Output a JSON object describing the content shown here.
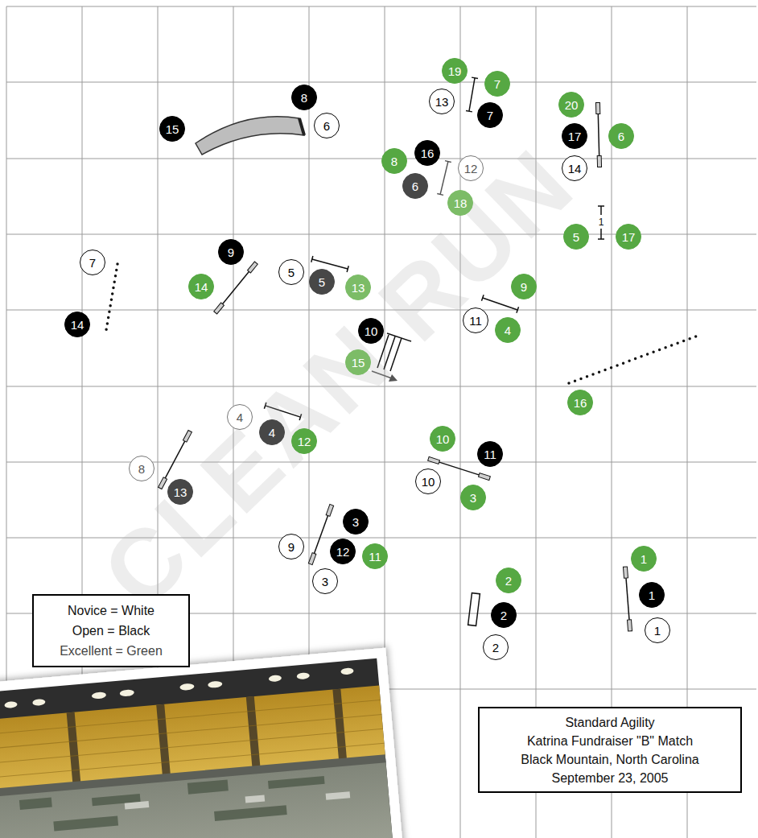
{
  "diagram": {
    "nodes": [
      {
        "text": [
          "19"
        ]
      },
      {
        "text": [
          "7"
        ]
      },
      {
        "text": [
          "8"
        ]
      },
      {
        "text": [
          "13"
        ]
      },
      {
        "text": [
          "20"
        ]
      },
      {
        "text": [
          "7"
        ]
      },
      {
        "text": [
          "6"
        ]
      },
      {
        "text": [
          "15"
        ]
      },
      {
        "text": [
          "17"
        ]
      },
      {
        "text": [
          "6"
        ]
      },
      {
        "text": [
          "16"
        ]
      },
      {
        "text": [
          "8"
        ]
      },
      {
        "text": [
          "12"
        ]
      },
      {
        "text": [
          "14"
        ]
      },
      {
        "text": [
          "6"
        ]
      },
      {
        "text": [
          "18"
        ]
      },
      {
        "text": [
          "5"
        ]
      },
      {
        "text": [
          "17"
        ]
      },
      {
        "text": [
          "9"
        ]
      },
      {
        "text": [
          "7"
        ]
      },
      {
        "text": [
          "5"
        ]
      },
      {
        "text": [
          "5"
        ]
      },
      {
        "text": [
          "14"
        ]
      },
      {
        "text": [
          "13"
        ]
      },
      {
        "text": [
          "9"
        ]
      },
      {
        "text": [
          "11"
        ]
      },
      {
        "text": [
          "14"
        ]
      },
      {
        "text": [
          "4"
        ]
      },
      {
        "text": [
          "10"
        ]
      },
      {
        "text": [
          "15"
        ]
      },
      {
        "text": [
          "16"
        ]
      },
      {
        "text": [
          "4"
        ]
      },
      {
        "text": [
          "4"
        ]
      },
      {
        "text": [
          "10"
        ]
      },
      {
        "text": [
          "12"
        ]
      },
      {
        "text": [
          "11"
        ]
      },
      {
        "text": [
          "8"
        ]
      },
      {
        "text": [
          "10"
        ]
      },
      {
        "text": [
          "13"
        ]
      },
      {
        "text": [
          "3"
        ]
      },
      {
        "text": [
          "3"
        ]
      },
      {
        "text": [
          "9"
        ]
      },
      {
        "text": [
          "12"
        ]
      },
      {
        "text": [
          "11"
        ]
      },
      {
        "text": [
          "1"
        ]
      },
      {
        "text": [
          "2"
        ]
      },
      {
        "text": [
          "3"
        ]
      },
      {
        "text": [
          "1"
        ]
      },
      {
        "text": [
          "2"
        ]
      },
      {
        "text": [
          "1"
        ]
      },
      {
        "text": [
          "2"
        ]
      },
      {
        "text": [
          "Standard Agility",
          "Katrina Fundraiser \"B\" Match",
          "Black Mountain, North Carolina",
          "September 23, 2005"
        ]
      }
    ],
    "labels": [
      "CLEAN RUN",
      "1"
    ],
    "legend": [
      {
        "text": "Novice = White"
      },
      {
        "text": "Open = Black"
      },
      {
        "text": "Excellent = Green"
      }
    ]
  }
}
